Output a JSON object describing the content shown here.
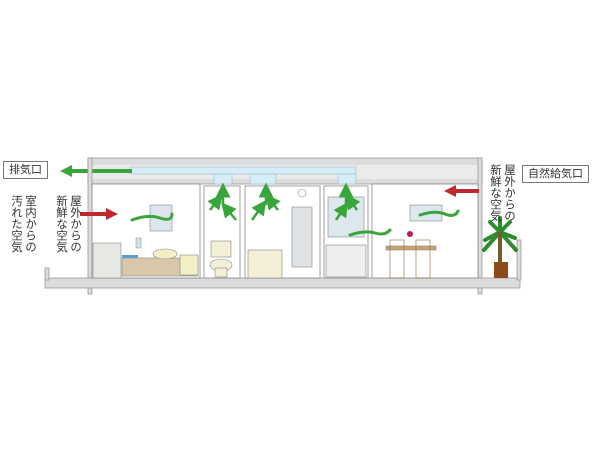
{
  "labels": {
    "exhaust_port": "排気口",
    "natural_air_inlet": "自然給気口",
    "dirty_air": "室内からの\n汚れた空気",
    "fresh_air_left": "屋外からの\n新鮮な空気",
    "fresh_air_right": "屋外からの\n新鮮な空気"
  },
  "colors": {
    "exhaust_arrow": "#3aa53a",
    "fresh_air_arrow": "#c0282d",
    "duct": "#d6ecf7",
    "structure": "#d9d9d9",
    "airflow": "#3aa53a"
  }
}
